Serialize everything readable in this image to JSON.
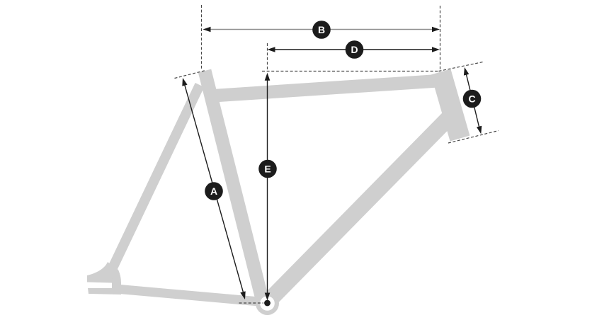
{
  "diagram": {
    "type": "bicycle-frame-geometry",
    "markers": [
      {
        "letter": "A"
      },
      {
        "letter": "B"
      },
      {
        "letter": "C"
      },
      {
        "letter": "D"
      },
      {
        "letter": "E"
      }
    ]
  },
  "colors": {
    "background": "#ffffff",
    "frame": "#cfcfcf",
    "marker_bg": "#1c1c1c",
    "marker_text": "#ffffff",
    "dimension": "#1c1c1c",
    "dimension_b": "#909090",
    "dashed": "#474747"
  }
}
